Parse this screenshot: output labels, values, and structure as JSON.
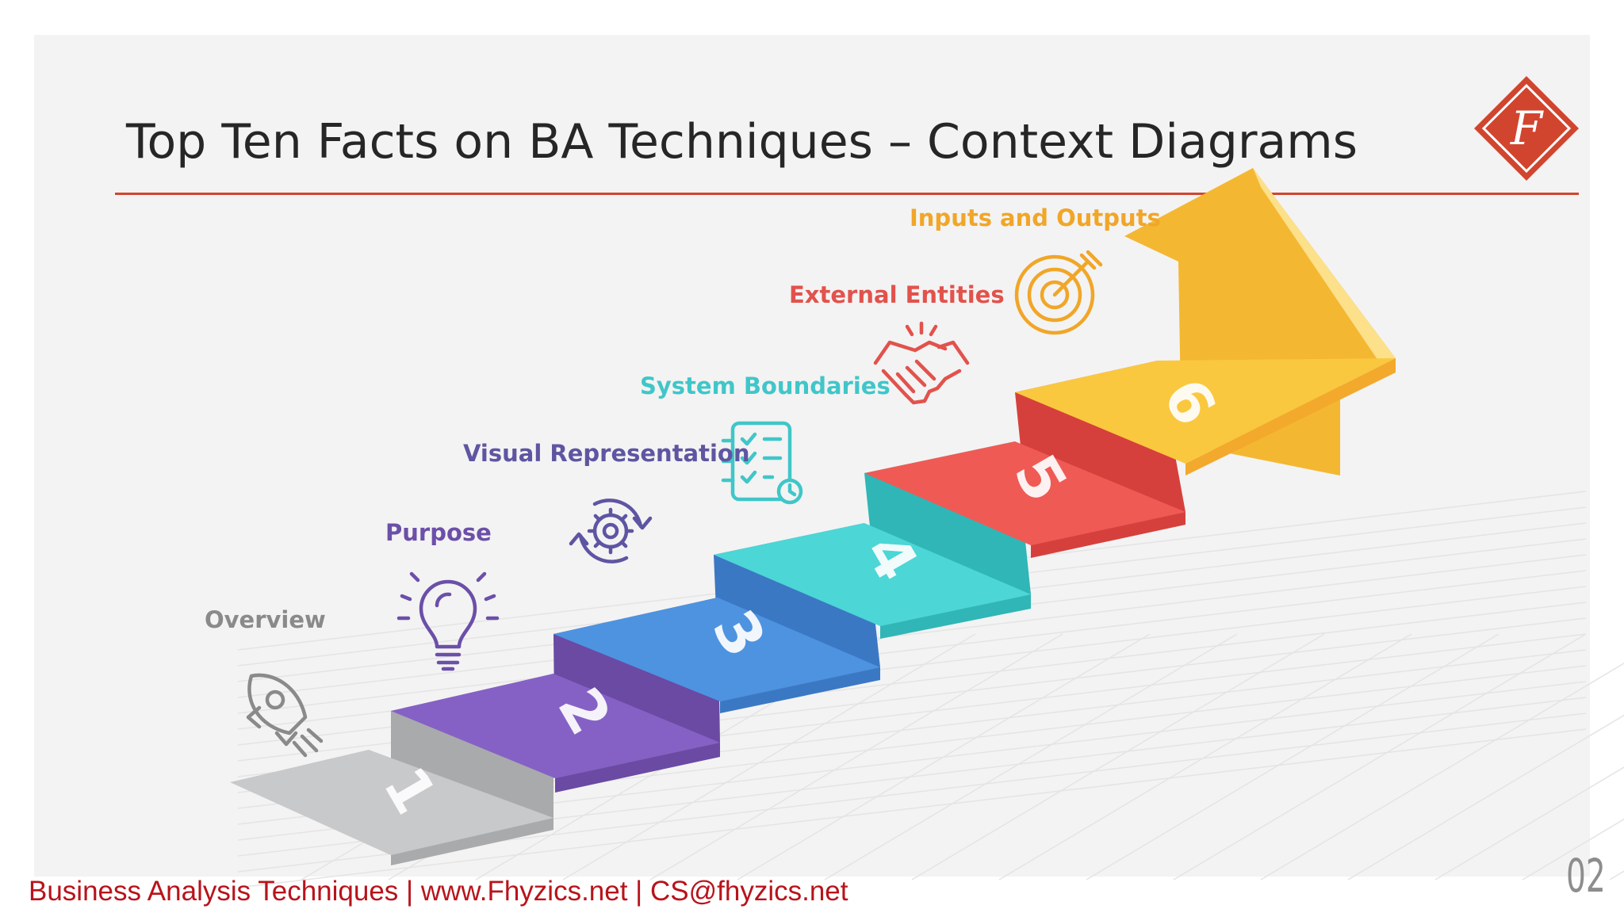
{
  "title": "Top Ten Facts on BA Techniques – Context Diagrams",
  "logo": {
    "glyph": "F",
    "color": "#d1452f"
  },
  "steps": [
    {
      "number": "1",
      "label": "Overview",
      "icon": "rocket-icon",
      "color": "#8a8a8a",
      "top": "#c8c9cb",
      "front": "#a9aaac"
    },
    {
      "number": "2",
      "label": "Purpose",
      "icon": "lightbulb-icon",
      "color": "#6b4fa8",
      "top": "#8561c5",
      "front": "#6a4aa3"
    },
    {
      "number": "3",
      "label": "Visual Representation",
      "icon": "gear-cycle-icon",
      "color": "#5e55a2",
      "top": "#4d93e0",
      "front": "#3b78c4"
    },
    {
      "number": "4",
      "label": "System Boundaries",
      "icon": "checklist-icon",
      "color": "#40c6c9",
      "top": "#4cd6d6",
      "front": "#30b6b6"
    },
    {
      "number": "5",
      "label": "External Entities",
      "icon": "handshake-icon",
      "color": "#e2524c",
      "top": "#f05a55",
      "front": "#d6403c"
    },
    {
      "number": "6",
      "label": "Inputs and Outputs",
      "icon": "target-icon",
      "color": "#f1a628",
      "top": "#fac83f",
      "front": "#f2a92c"
    }
  ],
  "page_number": "02",
  "footer": "Business Analysis Techniques | www.Fhyzics.net | CS@fhyzics.net"
}
